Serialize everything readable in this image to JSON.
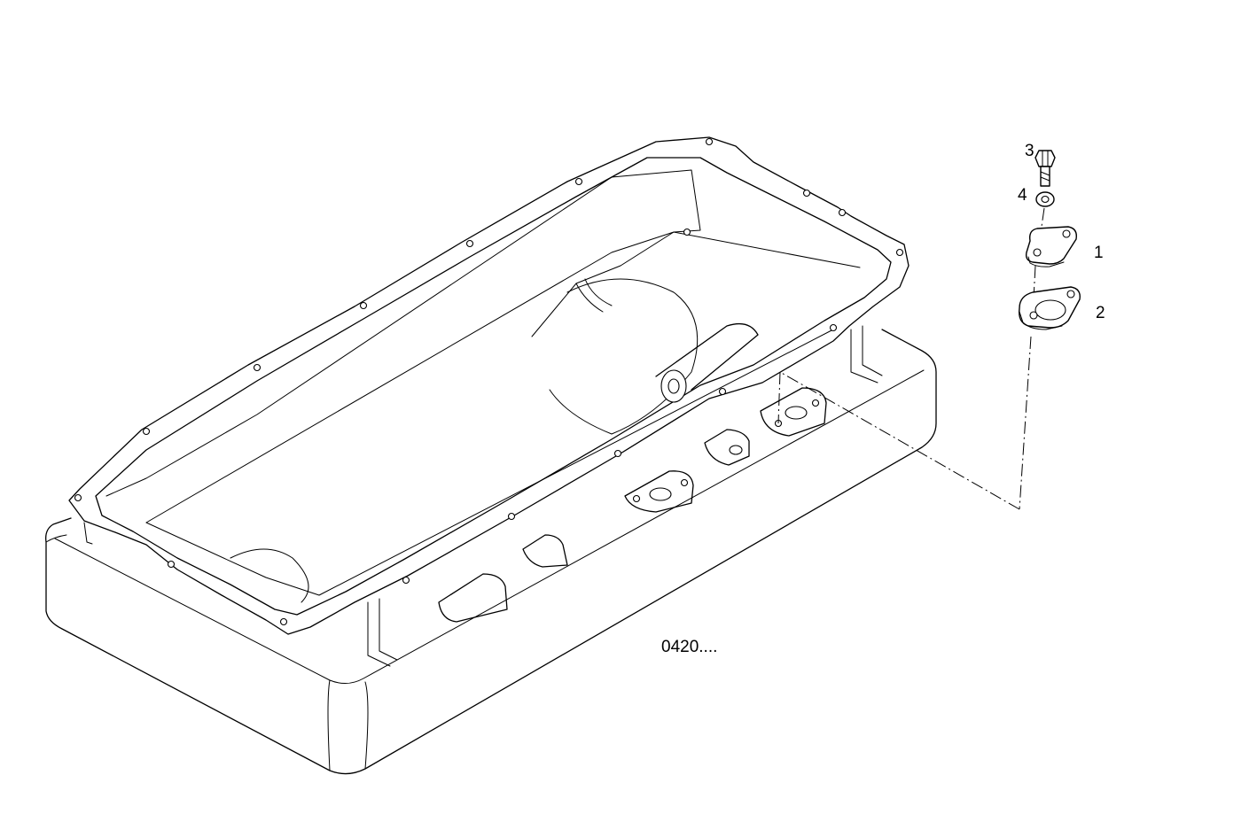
{
  "diagram": {
    "reference_label": "0420....",
    "callouts": [
      {
        "number": "1",
        "part": "cover plate"
      },
      {
        "number": "2",
        "part": "gasket"
      },
      {
        "number": "3",
        "part": "bolt"
      },
      {
        "number": "4",
        "part": "washer"
      }
    ]
  }
}
